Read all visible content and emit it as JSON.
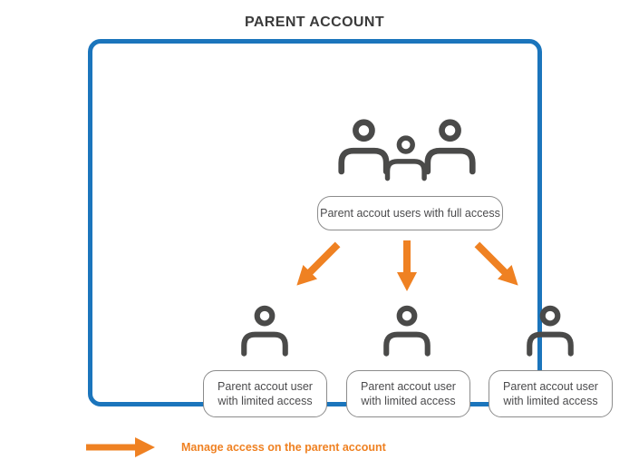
{
  "page": {
    "title": "PARENT ACCOUNT"
  },
  "colors": {
    "accent_blue": "#1B75BC",
    "accent_orange": "#EF8122",
    "icon_gray": "#4A4A49",
    "border_gray": "#8C8C8C",
    "text_dark": "#3B3B3B",
    "box_text": "#4B4B4D",
    "bg": "#FFFFFF"
  },
  "diagram": {
    "icons": {
      "top_group": "users-group-icon",
      "member": "user-icon",
      "arrows": [
        "arrow-down-left-icon",
        "arrow-down-icon",
        "arrow-down-right-icon"
      ]
    },
    "full_access_box": {
      "label": "Parent accout users with full access"
    },
    "limited_users": [
      {
        "icon": "user-icon",
        "label": "Parent accout user\nwith limited access"
      },
      {
        "icon": "user-icon",
        "label": "Parent accout user\nwith limited access"
      },
      {
        "icon": "user-icon",
        "label": "Parent accout user\nwith limited access"
      }
    ]
  },
  "legend": {
    "icon": "arrow-right-icon",
    "label": "Manage access on the parent account"
  }
}
